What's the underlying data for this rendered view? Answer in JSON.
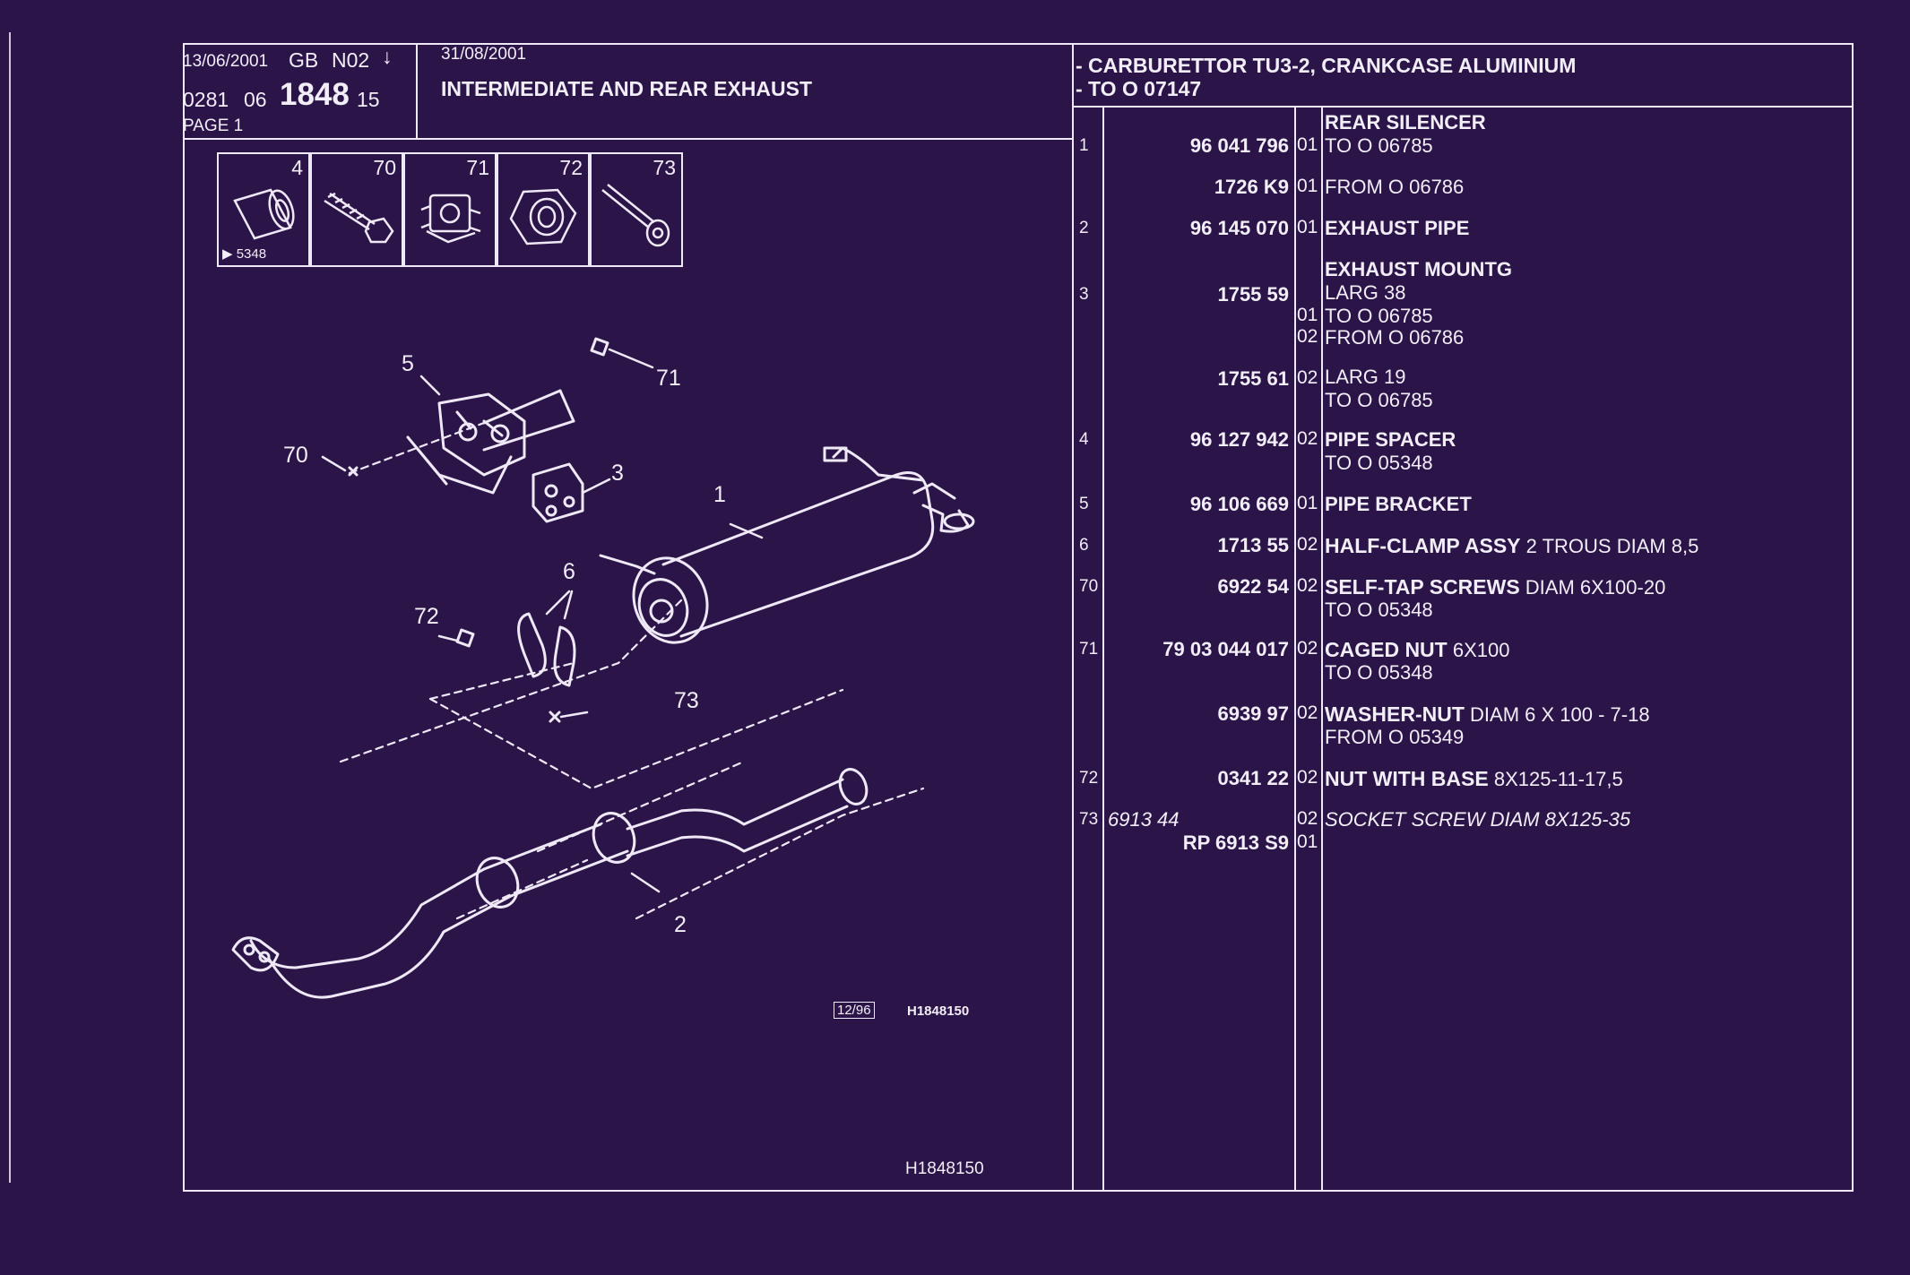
{
  "header": {
    "date1": "13/06/2001",
    "region": "GB",
    "code": "N02",
    "arrow": "↓",
    "ref_a": "0281",
    "ref_b": "06",
    "ref_main": "1848",
    "ref_c": "15",
    "page": "PAGE 1",
    "date2": "31/08/2001",
    "title": "INTERMEDIATE AND REAR EXHAUST",
    "applicability1": "- CARBURETTOR TU3-2, CRANKCASE ALUMINIUM",
    "applicability2": "- TO  O  07147"
  },
  "thumbnails": [
    "4",
    "70",
    "71",
    "72",
    "73"
  ],
  "thumb_note": "5348",
  "diagram": {
    "callouts": [
      "5",
      "71",
      "70",
      "3",
      "1",
      "6",
      "72",
      "73",
      "2"
    ],
    "stamp": "12/96",
    "code_small": "H1848150",
    "code_bottom": "H1848150"
  },
  "parts": [
    {
      "idx": "1",
      "ref": "96 041 796",
      "qty": "01",
      "name": "REAR SILENCER",
      "lines": [
        "TO  O  06785"
      ]
    },
    {
      "idx": "",
      "ref": "1726 K9",
      "qty": "01",
      "name": "",
      "lines": [
        "FROM  O  06786"
      ]
    },
    {
      "idx": "2",
      "ref": "96 145 070",
      "qty": "01",
      "name": "EXHAUST PIPE",
      "lines": []
    },
    {
      "idx": "3",
      "ref": "1755 59",
      "qty": "",
      "name": "EXHAUST MOUNTG",
      "lines": [
        "LARG 38"
      ]
    },
    {
      "idx": "",
      "ref": "",
      "qty": "01",
      "name": "",
      "lines": [
        "TO  O  06785"
      ]
    },
    {
      "idx": "",
      "ref": "",
      "qty": "02",
      "name": "",
      "lines": [
        "FROM  O  06786"
      ]
    },
    {
      "idx": "",
      "ref": "1755 61",
      "qty": "02",
      "name": "",
      "lines": [
        "LARG 19",
        "TO  O  06785"
      ]
    },
    {
      "idx": "4",
      "ref": "96 127 942",
      "qty": "02",
      "name": "PIPE SPACER",
      "lines": [
        "TO  O  05348"
      ]
    },
    {
      "idx": "5",
      "ref": "96 106 669",
      "qty": "01",
      "name": "PIPE BRACKET",
      "lines": []
    },
    {
      "idx": "6",
      "ref": "1713 55",
      "qty": "02",
      "name": "HALF-CLAMP ASSY",
      "extra": "2 TROUS DIAM 8,5",
      "lines": []
    },
    {
      "idx": "70",
      "ref": "6922 54",
      "qty": "02",
      "name": "SELF-TAP SCREWS",
      "extra": "DIAM 6X100-20",
      "lines": [
        "TO  O  05348"
      ]
    },
    {
      "idx": "71",
      "ref": "79 03 044 017",
      "qty": "02",
      "name": "CAGED NUT",
      "extra": "6X100",
      "lines": [
        "TO  O  05348"
      ]
    },
    {
      "idx": "",
      "ref": "6939 97",
      "qty": "02",
      "name": "WASHER-NUT",
      "extra": "DIAM 6 X 100 - 7-18",
      "lines": [
        "FROM  O  05349"
      ]
    },
    {
      "idx": "72",
      "ref": "0341 22",
      "qty": "02",
      "name": "NUT WITH BASE",
      "extra": "8X125-11-17,5",
      "lines": []
    },
    {
      "idx": "73",
      "ref": "6913 44",
      "qty": "02",
      "name": "",
      "italic": "SOCKET SCREW DIAM 8X125-35",
      "lines": []
    },
    {
      "idx": "",
      "ref": "RP  6913 S9",
      "qty": "01",
      "name": "",
      "lines": []
    }
  ],
  "colors": {
    "background": "#2b1448",
    "ink": "#f2eef8"
  }
}
